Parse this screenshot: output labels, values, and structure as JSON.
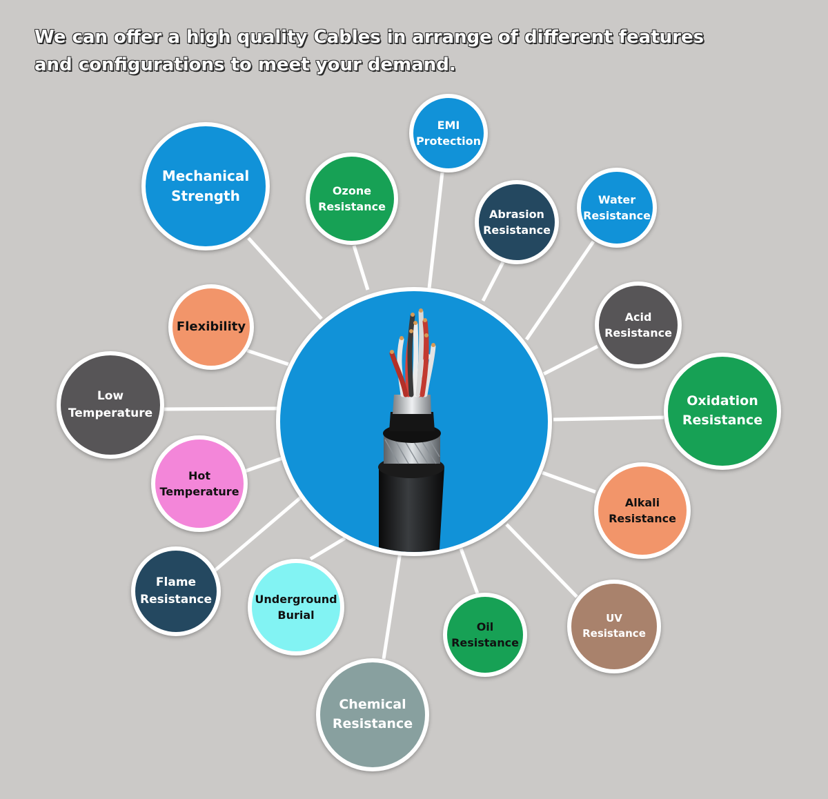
{
  "headline": {
    "line1": "We can offer a high quality Cables in arrange of different features",
    "line2": "and configurations to meet your demand."
  },
  "center": {
    "image": "armored-multicore-cable",
    "color": "#1192d8"
  },
  "features": [
    {
      "id": "mechanical-strength",
      "line1": "Mechanical",
      "line2": "Strength",
      "color": "#1192d8",
      "text_color": "#ffffff"
    },
    {
      "id": "ozone-resistance",
      "line1": "Ozone",
      "line2": "Resistance",
      "color": "#17a155",
      "text_color": "#ffffff"
    },
    {
      "id": "emi-protection",
      "line1": "EMI",
      "line2": "Protection",
      "color": "#1192d8",
      "text_color": "#ffffff"
    },
    {
      "id": "abrasion-resistance",
      "line1": "Abrasion",
      "line2": "Resistance",
      "color": "#244860",
      "text_color": "#ffffff"
    },
    {
      "id": "water-resistance",
      "line1": "Water",
      "line2": "Resistance",
      "color": "#1192d8",
      "text_color": "#ffffff"
    },
    {
      "id": "acid-resistance",
      "line1": "Acid",
      "line2": "Resistance",
      "color": "#575557",
      "text_color": "#ffffff"
    },
    {
      "id": "oxidation-resistance",
      "line1": "Oxidation",
      "line2": "Resistance",
      "color": "#17a155",
      "text_color": "#ffffff"
    },
    {
      "id": "alkali-resistance",
      "line1": "Alkali",
      "line2": "Resistance",
      "color": "#f2956a",
      "text_color": "#111111"
    },
    {
      "id": "uv-resistance",
      "line1": "UV",
      "line2": "Resistance",
      "color": "#a9826c",
      "text_color": "#ffffff"
    },
    {
      "id": "oil-resistance",
      "line1": "Oil",
      "line2": "Resistance",
      "color": "#17a155",
      "text_color": "#111111"
    },
    {
      "id": "chemical-resistance",
      "line1": "Chemical",
      "line2": "Resistance",
      "color": "#88a09f",
      "text_color": "#ffffff"
    },
    {
      "id": "underground-burial",
      "line1": "Underground",
      "line2": "Burial",
      "color": "#82f3f3",
      "text_color": "#111111"
    },
    {
      "id": "flame-resistance",
      "line1": "Flame",
      "line2": "Resistance",
      "color": "#244860",
      "text_color": "#ffffff"
    },
    {
      "id": "hot-temperature",
      "line1": "Hot",
      "line2": "Temperature",
      "color": "#f386d9",
      "text_color": "#111111"
    },
    {
      "id": "low-temperature",
      "line1": "Low",
      "line2": "Temperature",
      "color": "#575557",
      "text_color": "#ffffff"
    },
    {
      "id": "flexibility",
      "line1": "Flexibility",
      "line2": "",
      "color": "#f2956a",
      "text_color": "#111111"
    }
  ]
}
